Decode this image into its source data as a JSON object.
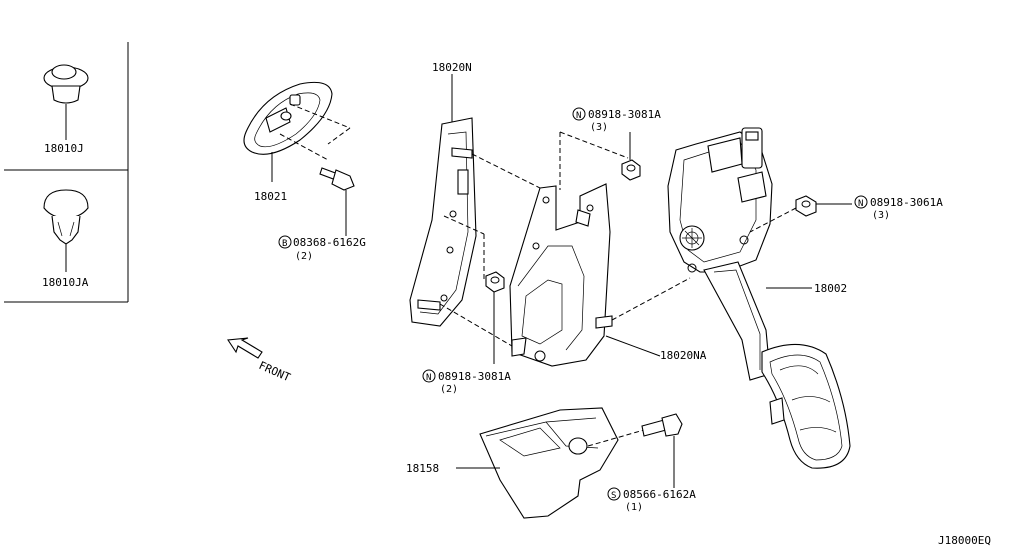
{
  "diagram_id": "J18000EQ",
  "front_label": "FRONT",
  "parts": {
    "p18010J": "18010J",
    "p18010JA": "18010JA",
    "p18021": "18021",
    "p18020N": "18020N",
    "p18020NA": "18020NA",
    "p18002": "18002",
    "p18158": "18158"
  },
  "fasteners": {
    "bolt_b": {
      "prefix": "B",
      "number": "08368-6162G",
      "qty": "(2)"
    },
    "nut_n_upper": {
      "prefix": "N",
      "number": "08918-3081A",
      "qty": "(3)"
    },
    "nut_n_right": {
      "prefix": "N",
      "number": "08918-3061A",
      "qty": "(3)"
    },
    "nut_n_lower": {
      "prefix": "N",
      "number": "08918-3081A",
      "qty": "(2)"
    },
    "screw_s": {
      "prefix": "S",
      "number": "08566-6162A",
      "qty": "(1)"
    }
  }
}
